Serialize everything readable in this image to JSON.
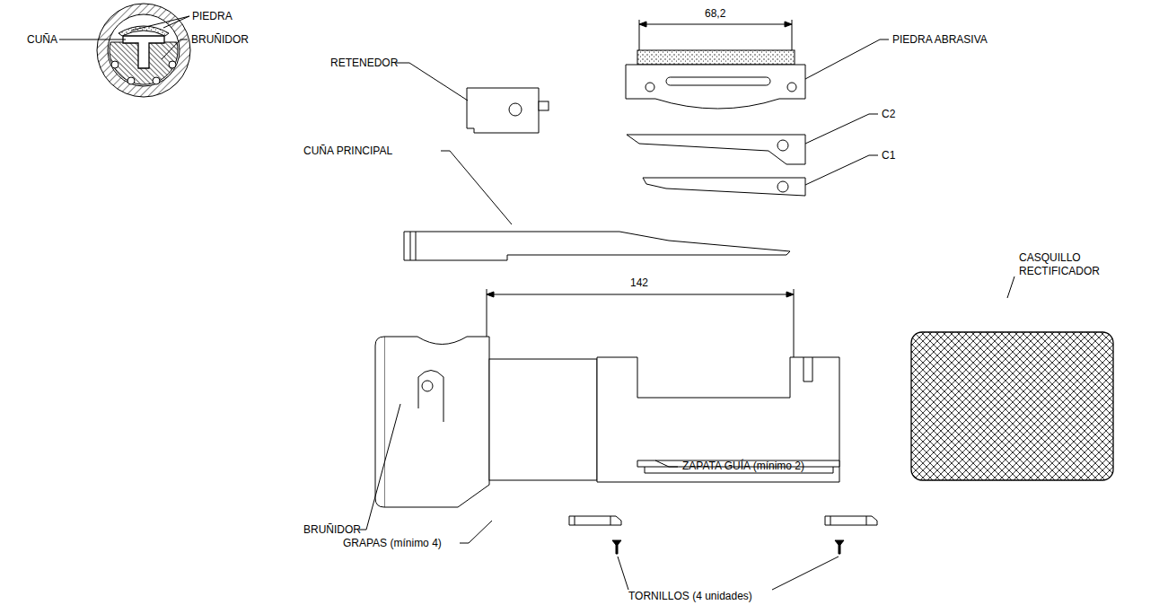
{
  "diagram": {
    "labels": [
      "PIEDRA",
      "CUÑA",
      "BRUÑIDOR",
      "RETENEDOR",
      "68,2",
      "PIEDRA ABRASIVA",
      "C2",
      "C1",
      "CUÑA PRINCIPAL",
      "142",
      "CASQUILLO RECTIFICADOR",
      "BRUÑIDOR",
      "ZAPATA GUÍA (mínimo 2)",
      "GRAPAS (mínimo 4)",
      "TORNILLOS (4 unidades)"
    ]
  }
}
